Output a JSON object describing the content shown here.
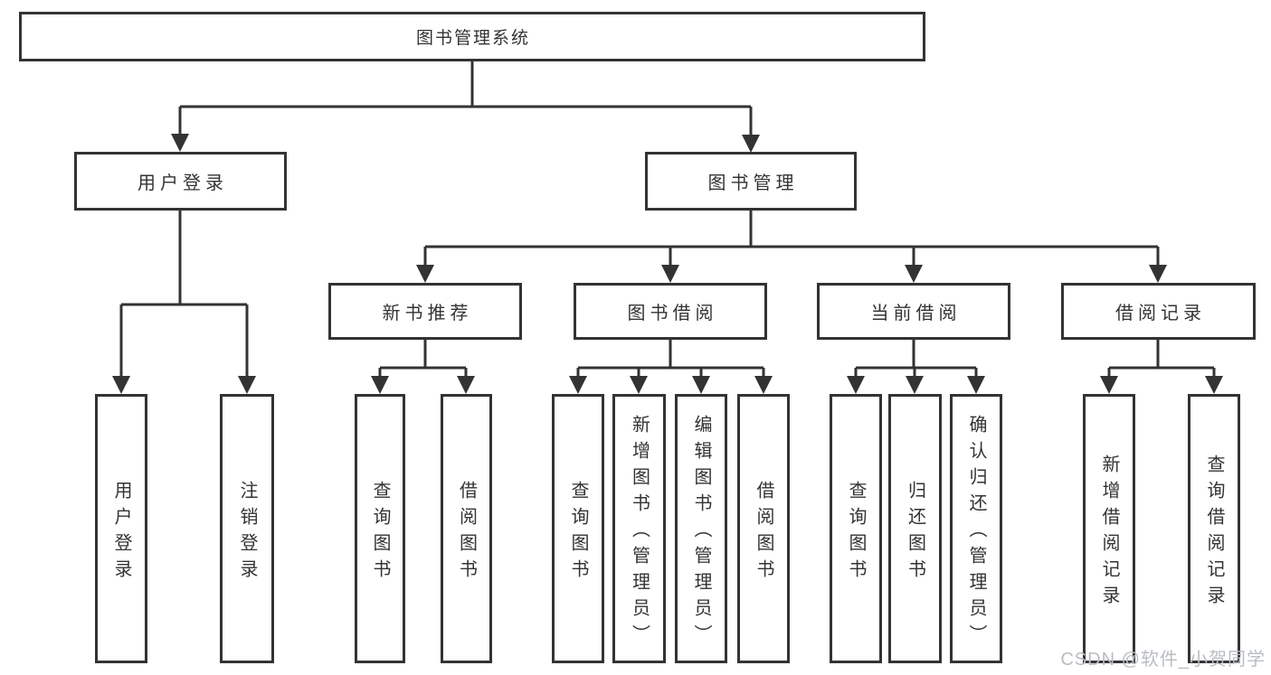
{
  "diagram": {
    "type": "hierarchy-tree",
    "colors": {
      "line": "#333333",
      "box_border": "#333333",
      "text": "#333333",
      "background": "#ffffff",
      "watermark": "#b9bdc3"
    },
    "nodes": {
      "root": {
        "label": "图书管理系统"
      },
      "user_login": {
        "label": "用户登录"
      },
      "book_mgmt": {
        "label": "图书管理"
      },
      "new_book": {
        "label": "新书推荐"
      },
      "book_borrow": {
        "label": "图书借阅"
      },
      "current_borrow": {
        "label": "当前借阅"
      },
      "borrow_records": {
        "label": "借阅记录"
      },
      "leaves": {
        "login": {
          "label": "用户登录"
        },
        "logout": {
          "label": "注销登录"
        },
        "nb_query": {
          "label": "查询图书"
        },
        "nb_borrow": {
          "label": "借阅图书"
        },
        "bb_query": {
          "label": "查询图书"
        },
        "bb_add": {
          "label": "新增图书（管理员）"
        },
        "bb_edit": {
          "label": "编辑图书（管理员）"
        },
        "bb_borrow": {
          "label": "借阅图书"
        },
        "cb_query": {
          "label": "查询图书"
        },
        "cb_return": {
          "label": "归还图书"
        },
        "cb_confirm": {
          "label": "确认归还（管理员）"
        },
        "br_add": {
          "label": "新增借阅记录"
        },
        "br_query": {
          "label": "查询借阅记录"
        }
      }
    },
    "hierarchy": {
      "root": [
        "user_login",
        "book_mgmt"
      ],
      "user_login": [
        "login",
        "logout"
      ],
      "book_mgmt": [
        "new_book",
        "book_borrow",
        "current_borrow",
        "borrow_records"
      ],
      "new_book": [
        "nb_query",
        "nb_borrow"
      ],
      "book_borrow": [
        "bb_query",
        "bb_add",
        "bb_edit",
        "bb_borrow"
      ],
      "current_borrow": [
        "cb_query",
        "cb_return",
        "cb_confirm"
      ],
      "borrow_records": [
        "br_add",
        "br_query"
      ]
    }
  },
  "watermark": {
    "text": "CSDN @软件_小贺同学"
  }
}
